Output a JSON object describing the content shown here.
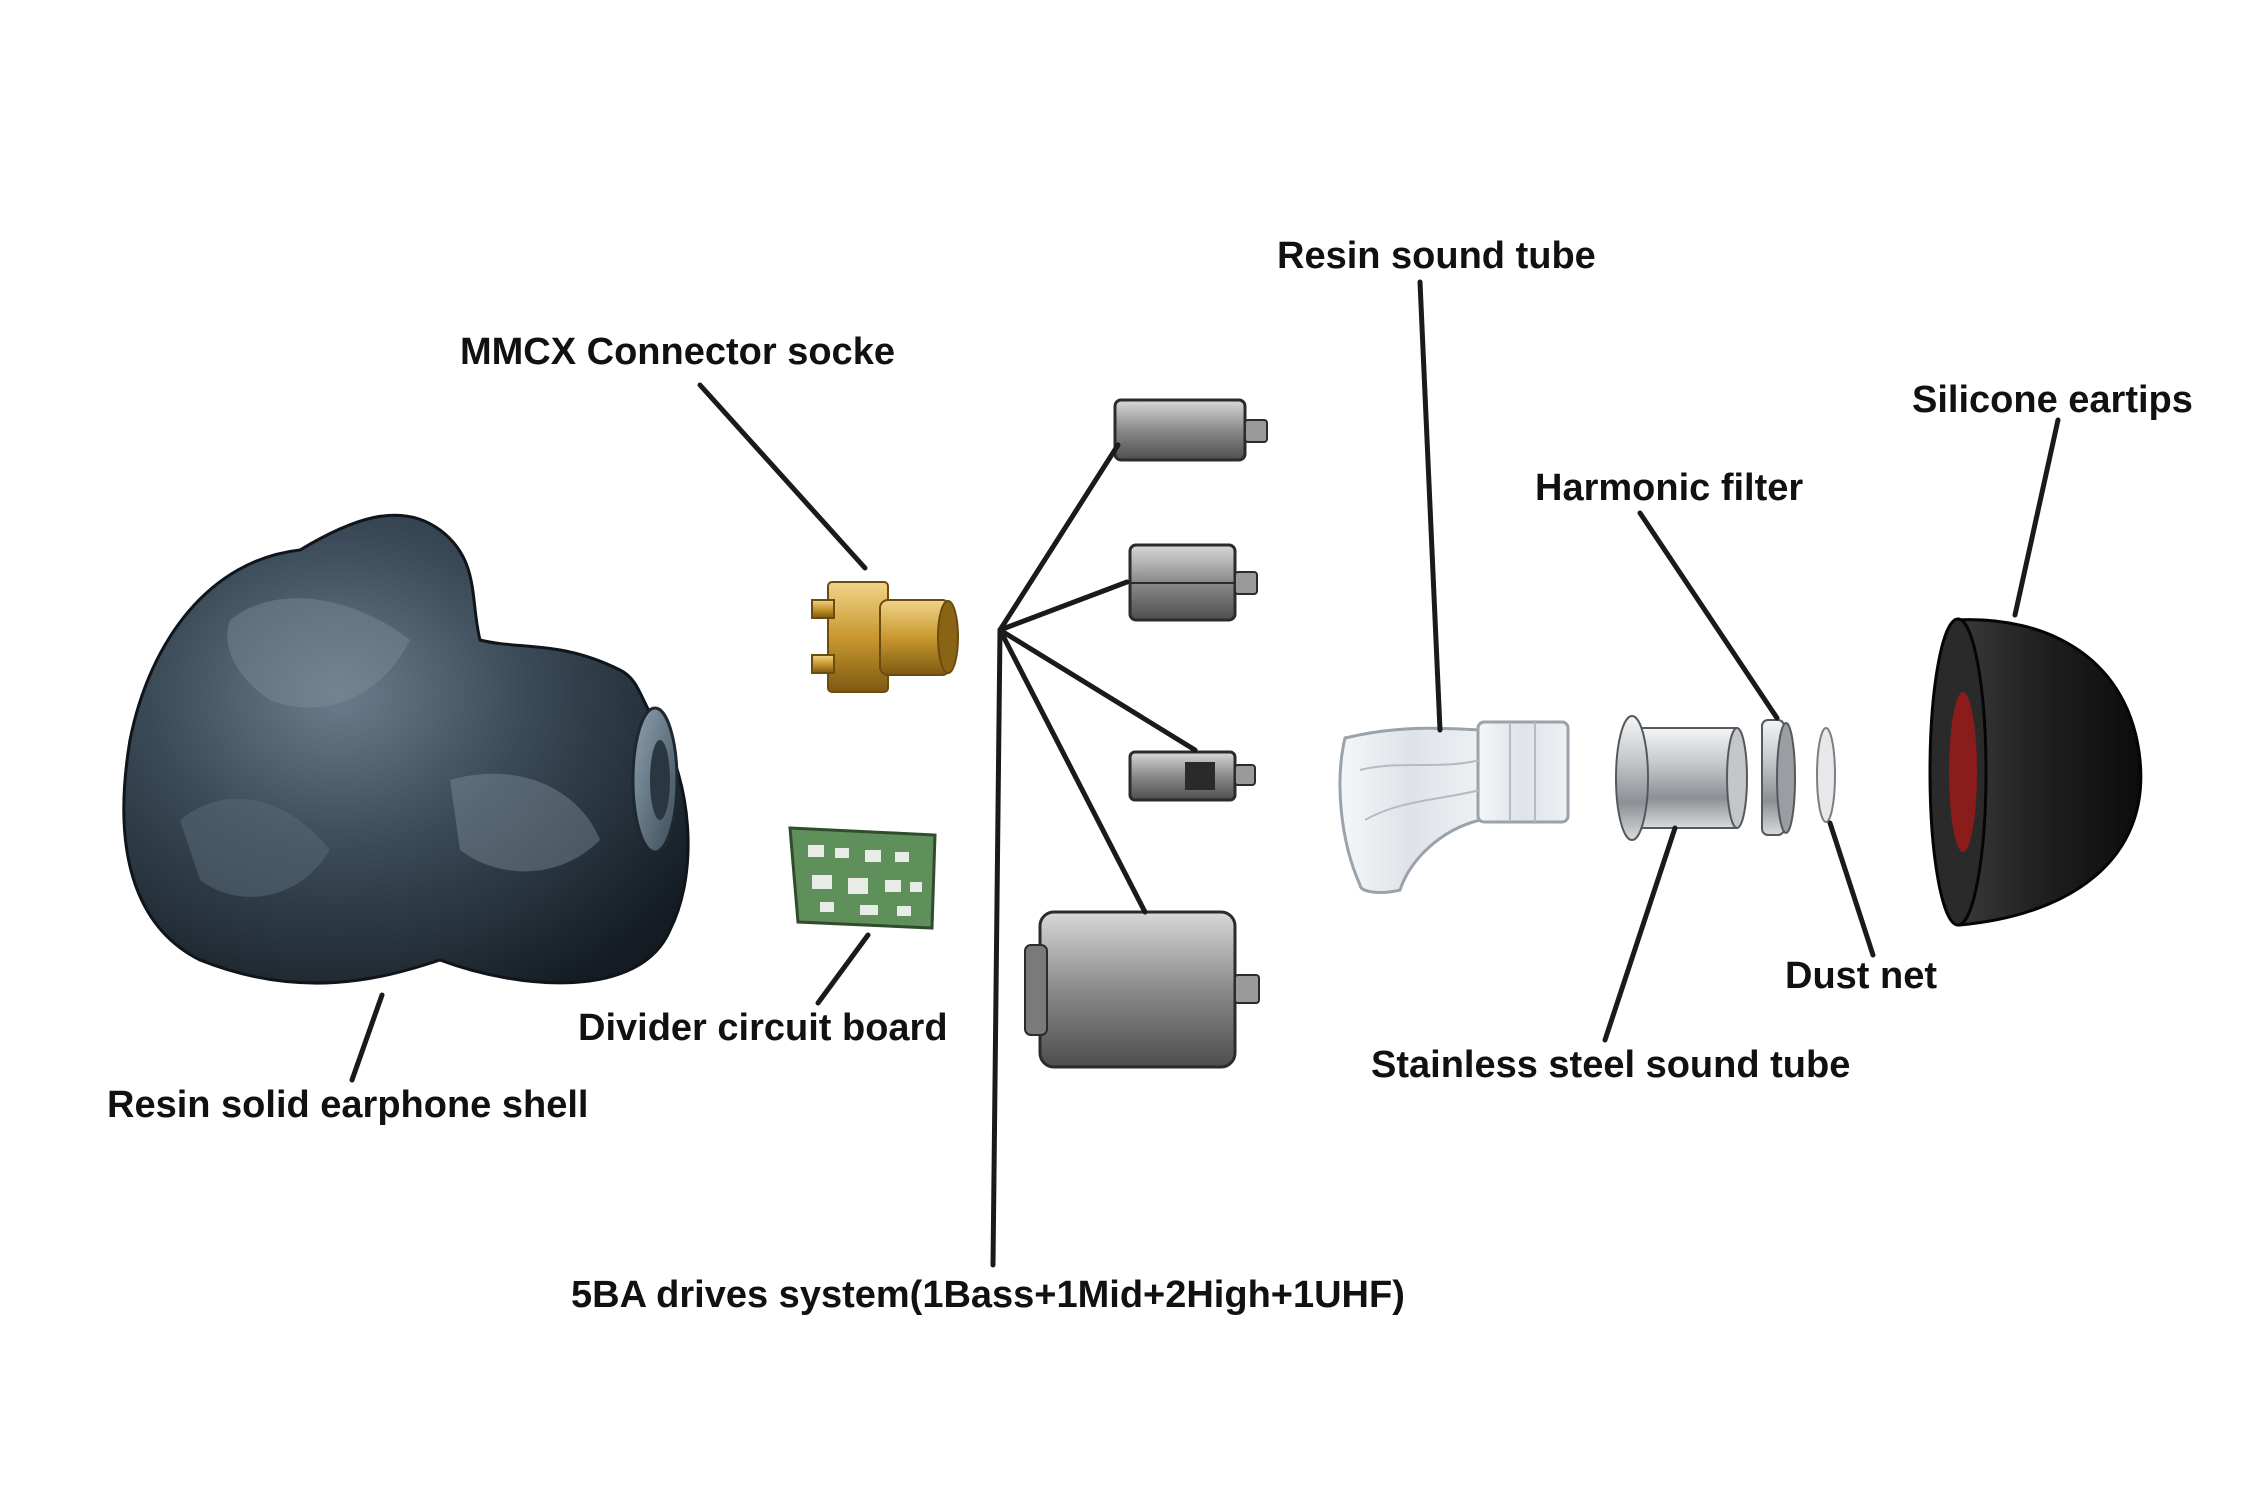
{
  "labels": {
    "shell": "Resin solid earphone shell",
    "mmcx": "MMCX Connector socke",
    "board": "Divider circuit board",
    "drivers": "5BA drives system(1Bass+1Mid+2High+1UHF)",
    "resin_tube": "Resin sound tube",
    "steel_tube": "Stainless steel sound tube",
    "filter": "Harmonic filter",
    "dust_net": "Dust net",
    "eartips": "Silicone eartips"
  },
  "colors": {
    "background": "#ffffff",
    "text": "#111111",
    "leader": "#1a1a1a",
    "shell": "#2f3c48",
    "gold": "#c9982f",
    "pcb": "#5f8f5a",
    "driver": "#6e6e6e",
    "steel": "#b9bcc0",
    "eartip": "#1c1c1c",
    "eartip_inner": "#8a1c1c"
  }
}
